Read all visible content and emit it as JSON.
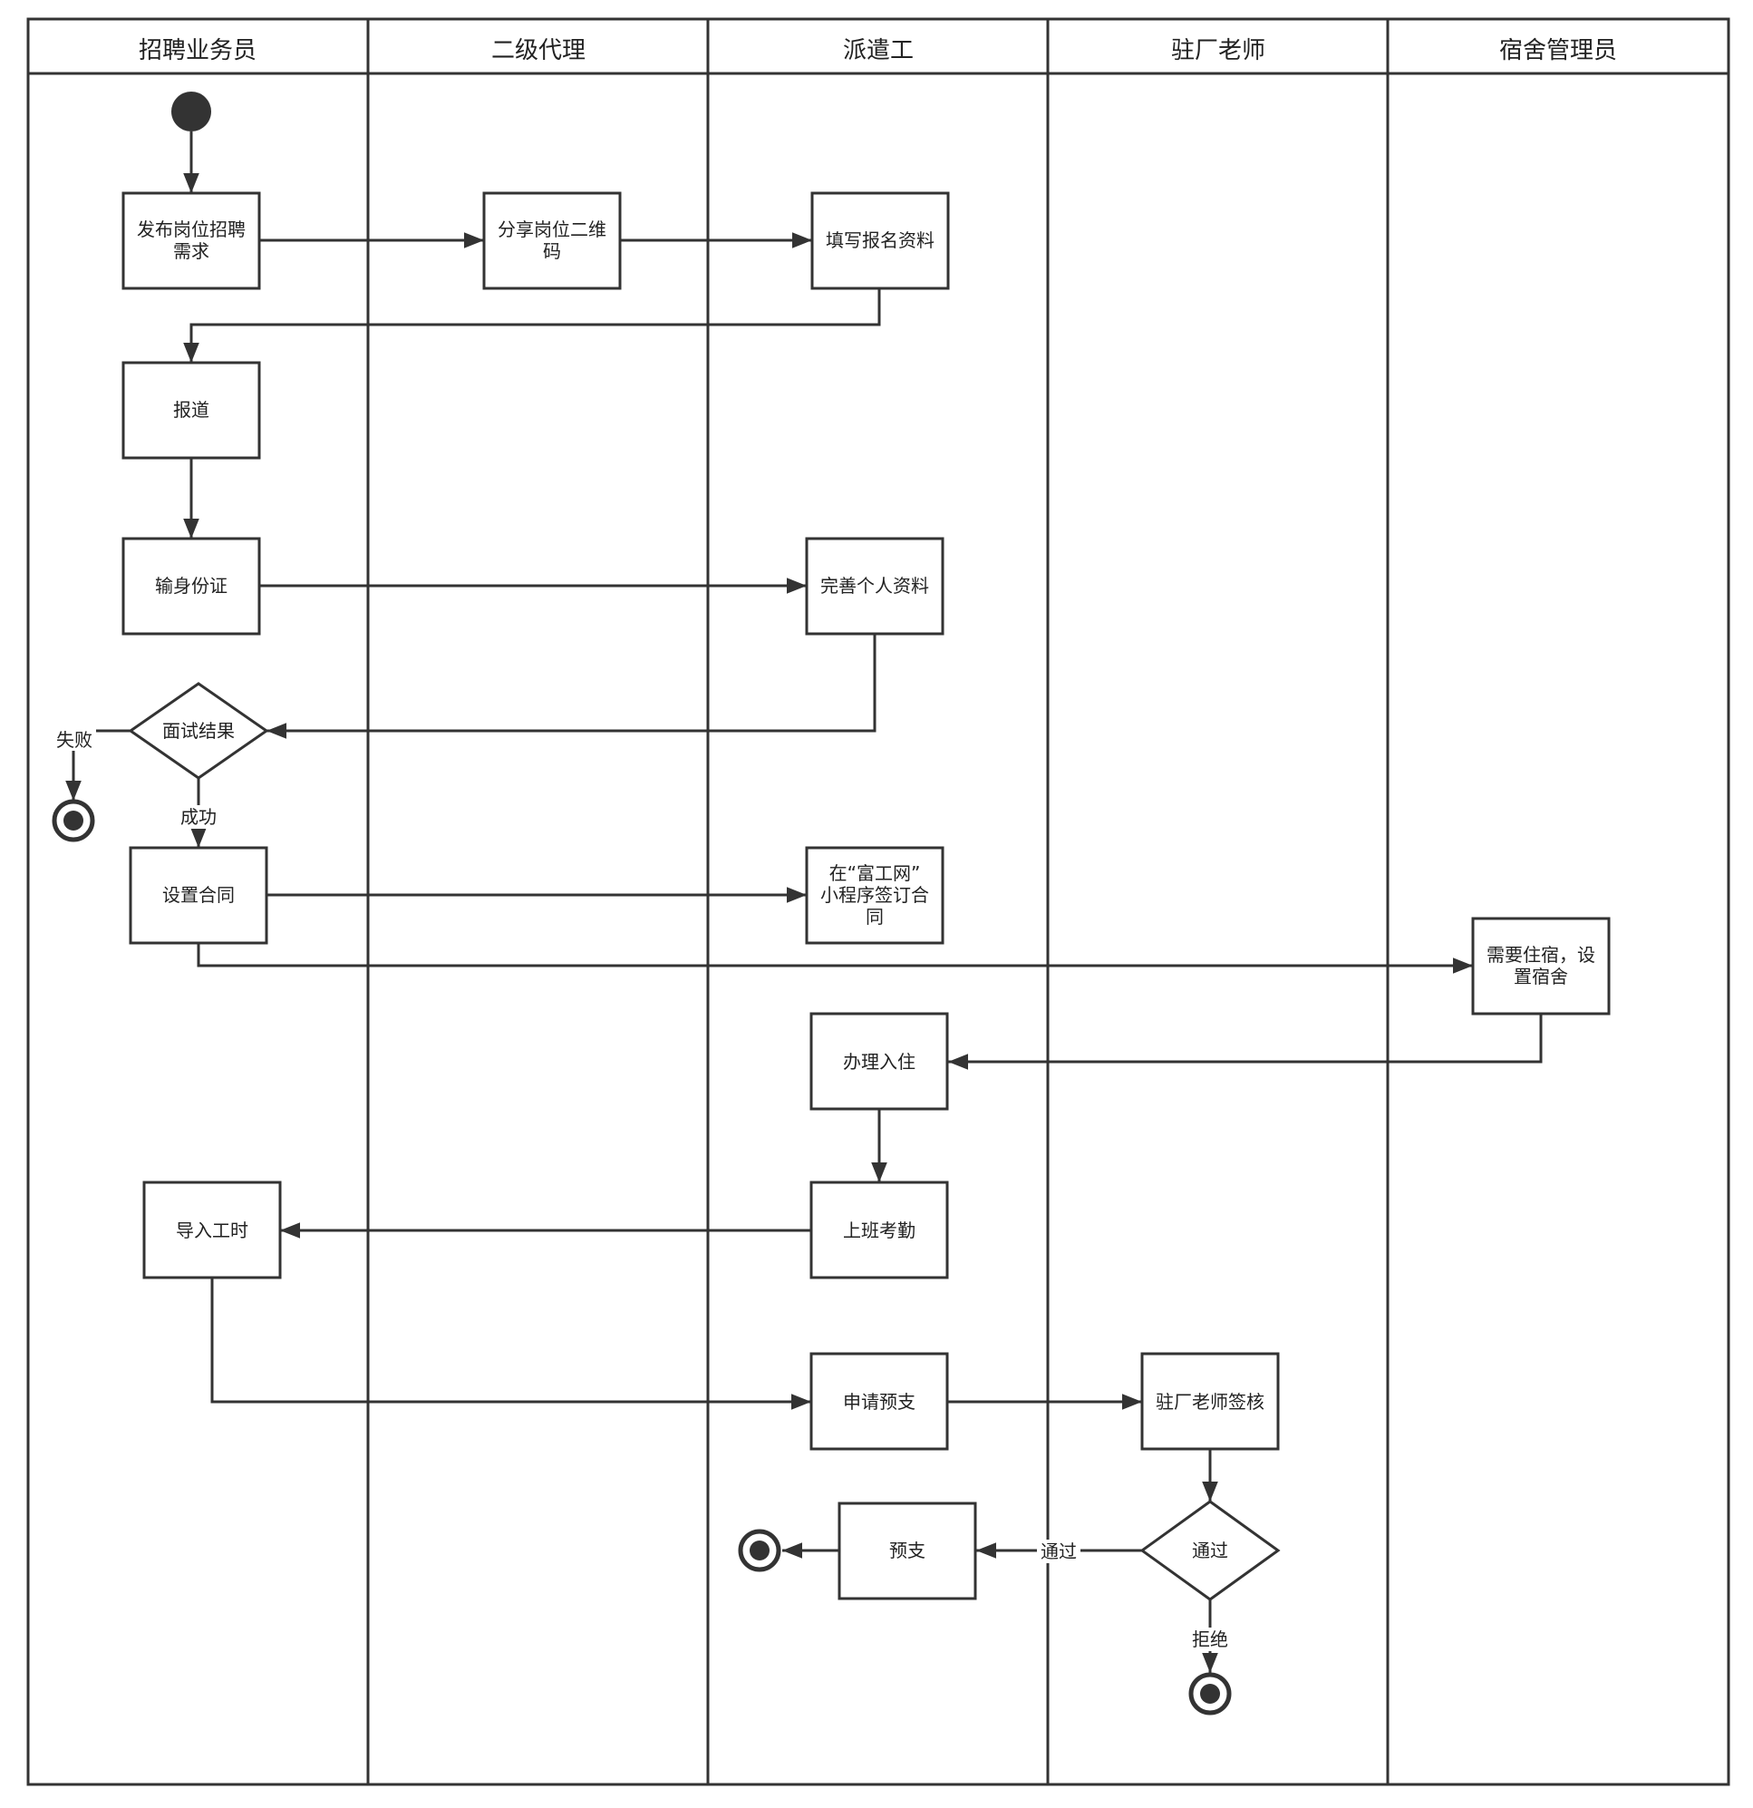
{
  "lanes": [
    "招聘业务员",
    "二级代理",
    "派遣工",
    "驻厂老师",
    "宿舍管理员"
  ],
  "nodes": {
    "start": "",
    "publish": [
      "发布岗位招聘",
      "需求"
    ],
    "share_qr": [
      "分享岗位二维",
      "码"
    ],
    "fill_info": [
      "填写报名资料"
    ],
    "report": [
      "报道"
    ],
    "enter_id": [
      "输身份证"
    ],
    "complete_info": [
      "完善个人资料"
    ],
    "interview": [
      "面试结果"
    ],
    "set_contract": [
      "设置合同"
    ],
    "sign_contract": [
      "在“富工网”",
      "小程序签订合",
      "同"
    ],
    "dorm": [
      "需要住宿，设",
      "置宿舍"
    ],
    "check_in": [
      "办理入住"
    ],
    "attendance": [
      "上班考勤"
    ],
    "import_hours": [
      "导入工时"
    ],
    "apply_advance": [
      "申请预支"
    ],
    "teacher_review": [
      "驻厂老师签核"
    ],
    "approve": [
      "通过"
    ],
    "advance": [
      "预支"
    ]
  },
  "edge_labels": {
    "fail": "失败",
    "success": "成功",
    "pass": "通过",
    "reject": "拒绝"
  },
  "colors": {
    "stroke": "#333333",
    "fill": "#ffffff",
    "text": "#222222",
    "dot": "#333333"
  }
}
